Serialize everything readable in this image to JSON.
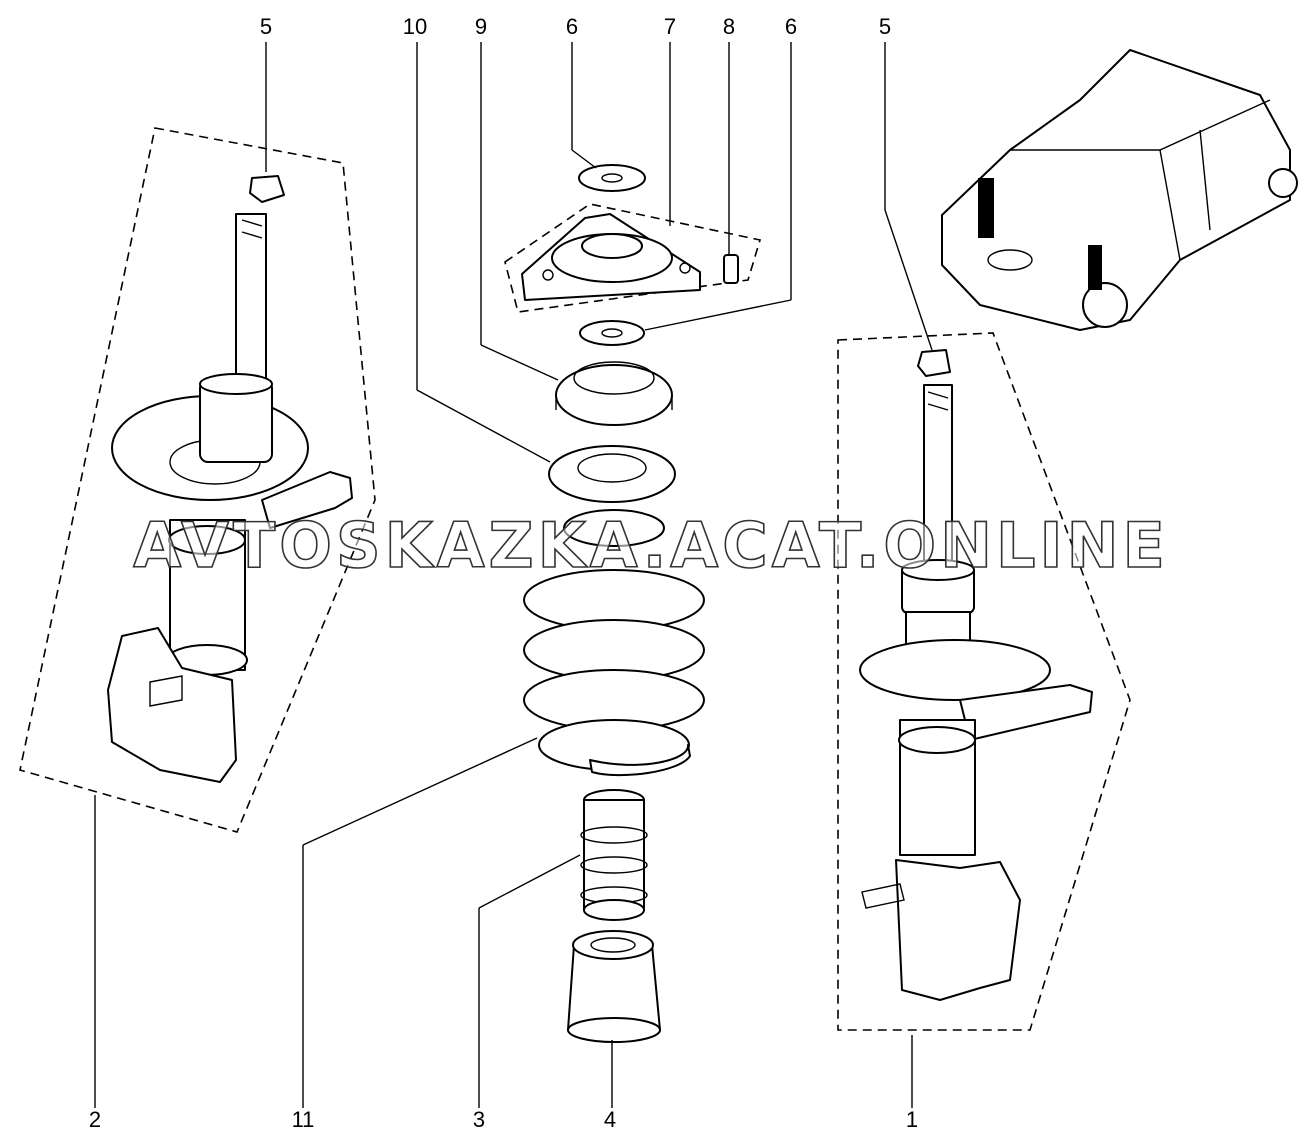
{
  "diagram": {
    "callouts": [
      {
        "id": "c2",
        "text": "2"
      },
      {
        "id": "c11",
        "text": "11"
      },
      {
        "id": "c3",
        "text": "3"
      },
      {
        "id": "c4",
        "text": "4"
      },
      {
        "id": "c1",
        "text": "1"
      },
      {
        "id": "c5l",
        "text": "5"
      },
      {
        "id": "c10",
        "text": "10"
      },
      {
        "id": "c9",
        "text": "9"
      },
      {
        "id": "c6a",
        "text": "6"
      },
      {
        "id": "c7",
        "text": "7"
      },
      {
        "id": "c8",
        "text": "8"
      },
      {
        "id": "c6b",
        "text": "6"
      },
      {
        "id": "c5r",
        "text": "5"
      }
    ],
    "watermark": "AVTOSKAZKA.ACAT.ONLINE"
  }
}
